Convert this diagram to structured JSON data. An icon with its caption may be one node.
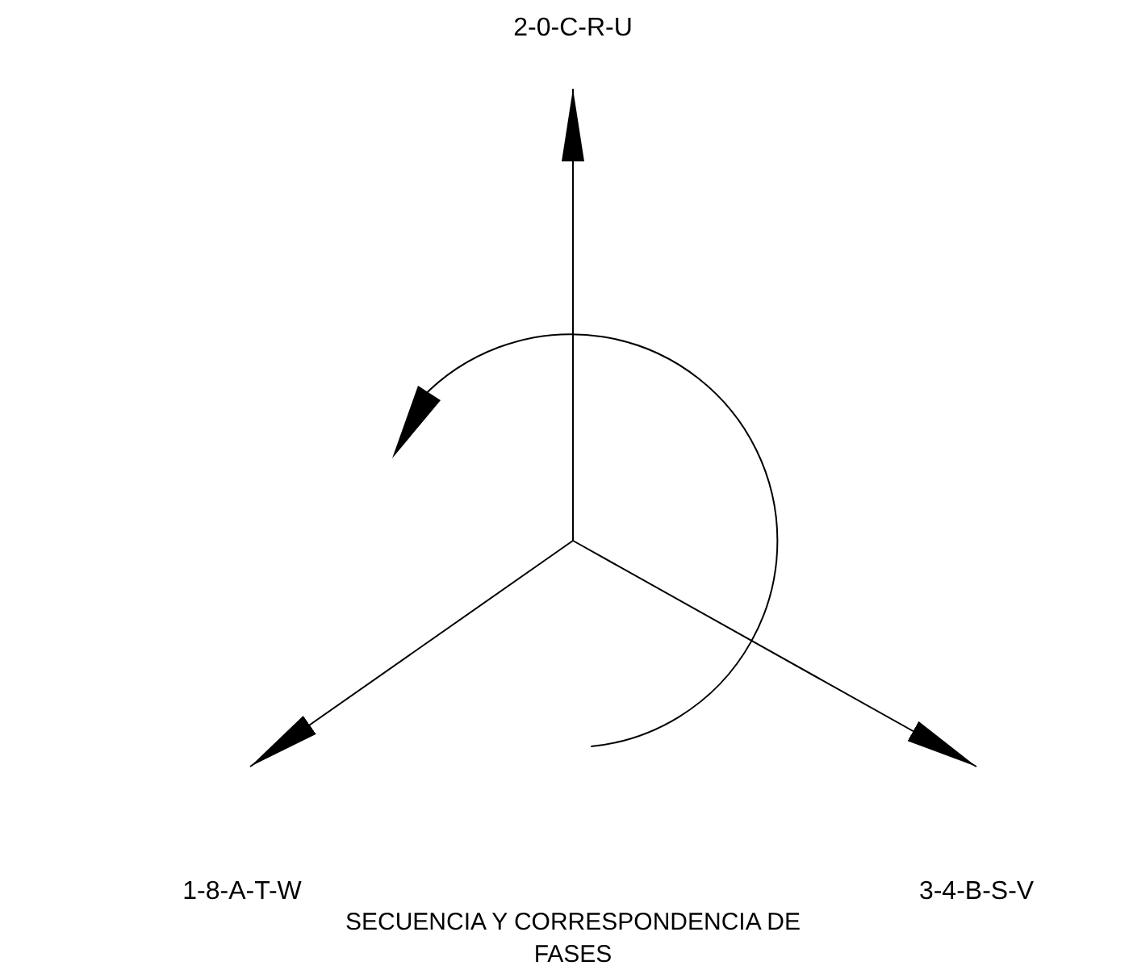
{
  "diagram": {
    "caption": "SECUENCIA Y CORRESPONDENCIA DE FASES",
    "nodes": [
      {
        "text": [
          "2-0-C-R-U"
        ]
      },
      {
        "text": [
          "1-8-A-T-W"
        ]
      },
      {
        "text": [
          "3-4-B-S-V"
        ]
      }
    ],
    "edges": [
      {
        "from": null,
        "to": 0,
        "arrow": "to"
      },
      {
        "from": null,
        "to": 1,
        "arrow": "to"
      },
      {
        "from": null,
        "to": 2,
        "arrow": "to"
      }
    ]
  }
}
